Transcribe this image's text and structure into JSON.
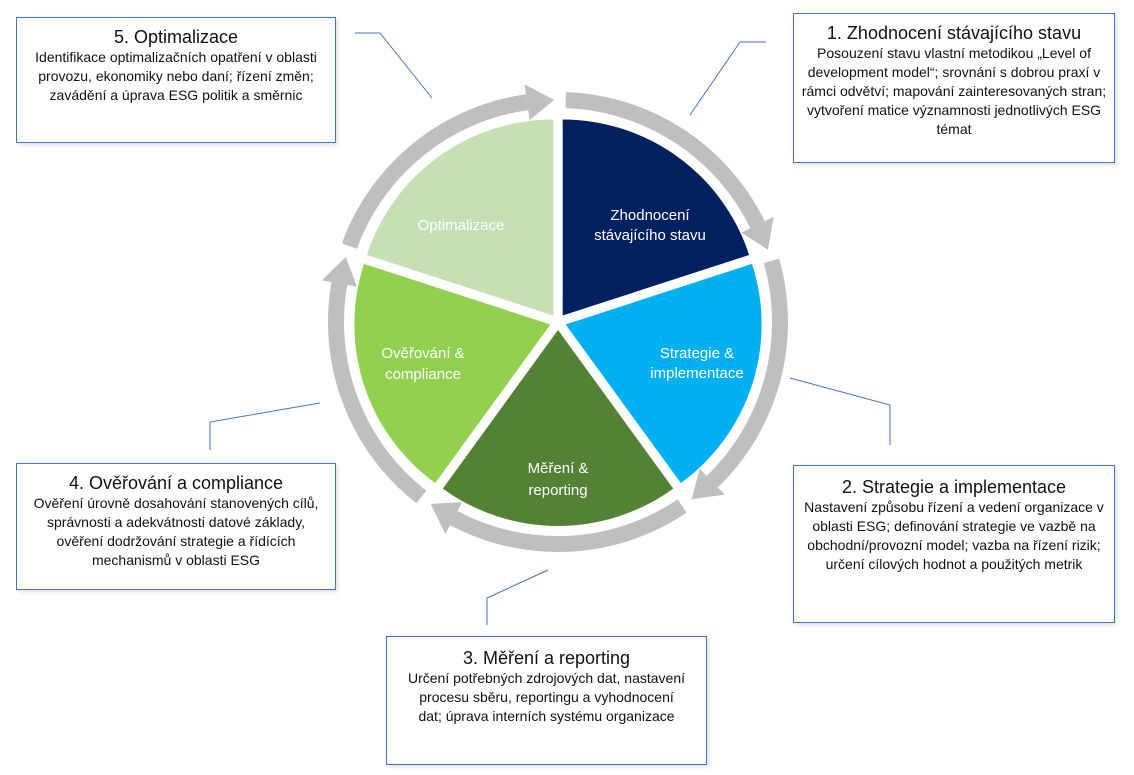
{
  "colors": {
    "accent_line": "#4472c4",
    "ring": "#bfbfbf"
  },
  "slices": [
    {
      "line1": "Zhodnocení",
      "line2": "stávajícího stavu",
      "color": "#002060"
    },
    {
      "line1": "Strategie &",
      "line2": "implementace",
      "color": "#00b0f0"
    },
    {
      "line1": "Měření &",
      "line2": "reporting",
      "color": "#548235"
    },
    {
      "line1": "Ověřování &",
      "line2": "compliance",
      "color": "#92d050"
    },
    {
      "line1": "Optimalizace",
      "line2": "",
      "color": "#c5e0b4"
    }
  ],
  "boxes": [
    {
      "title": "1. Zhodnocení stávajícího stavu",
      "text": "Posouzení stavu vlastní metodikou „Level of development model“; srovnání s dobrou praxí v rámci odvětví; mapování zainteresovaných stran; vytvoření matice významnosti jednotlivých ESG témat"
    },
    {
      "title": "2. Strategie a implementace",
      "text": "Nastavení způsobu řízení a vedení organizace v oblasti ESG; definování strategie ve vazbě na obchodní/provozní model; vazba na řízení rizik; určení cílových hodnot a použitých metrik"
    },
    {
      "title": "3. Měření a reporting",
      "text": "Určení potřebných zdrojových dat, nastavení procesu sběru, reportingu a vyhodnocení dat; úprava interních systému organizace"
    },
    {
      "title": "4. Ověřování a compliance",
      "text": "Ověření úrovně dosahování stanovených cílů, správnosti a adekvátnosti datové základy, ověření dodržování strategie a řídících mechanismů v oblasti ESG"
    },
    {
      "title": "5. Optimalizace",
      "text": "Identifikace optimalizačních opatření v oblasti provozu, ekonomiky nebo daní; řízení změn; zavádění a úprava ESG politik a směrnic"
    }
  ]
}
